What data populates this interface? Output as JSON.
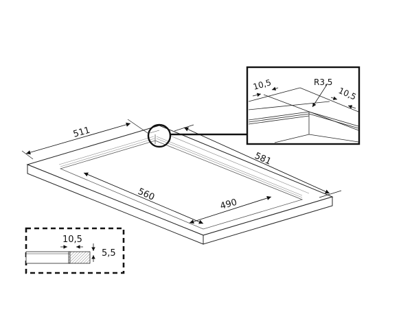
{
  "diagram": {
    "type": "technical-drawing",
    "subject": "frame",
    "main_view": {
      "dimensions": {
        "width_outer": "511",
        "length_outer": "581",
        "length_inner": "560",
        "width_inner": "490"
      }
    },
    "detail_view": {
      "dimensions": {
        "left_offset": "10,5",
        "radius": "R3,5",
        "right_offset": "10,5"
      }
    },
    "section_view": {
      "dimensions": {
        "ledge_width": "10,5",
        "ledge_depth": "5,5"
      }
    },
    "colors": {
      "line": "#111111",
      "hatch": "#777777",
      "background": "#ffffff"
    }
  }
}
